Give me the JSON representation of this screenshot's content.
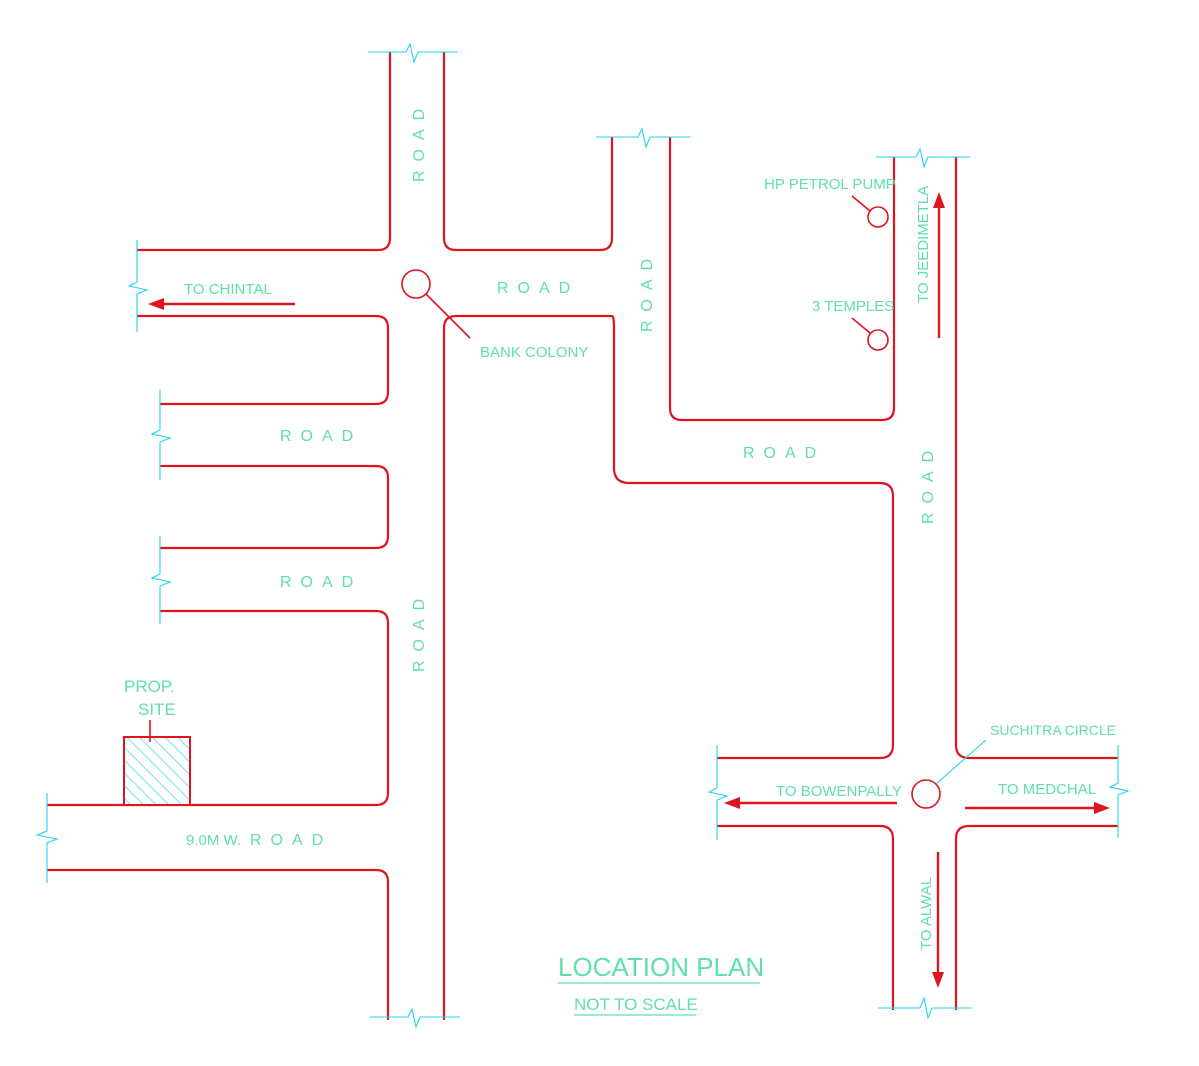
{
  "labels": {
    "to_chintal": "TO CHINTAL",
    "bank_colony": "BANK COLONY",
    "hp_petrol_pump": "HP PETROL PUMP",
    "three_temples": "3 TEMPLES",
    "to_jeedimetla": "TO JEEDIMETLA",
    "suchitra_circle": "SUCHITRA CIRCLE",
    "to_bowenpally": "TO BOWENPALLY",
    "to_medchal": "TO MEDCHAL",
    "to_alwal": "TO ALWAL",
    "prop": "PROP.",
    "site": "SITE",
    "road_9m": "9.0M W.",
    "road": "ROAD"
  },
  "title": {
    "main": "LOCATION PLAN",
    "sub": "NOT TO SCALE"
  },
  "colors": {
    "road_edge": "#e0141e",
    "break_line": "#22d3ee",
    "text": "#5fe0a8"
  }
}
